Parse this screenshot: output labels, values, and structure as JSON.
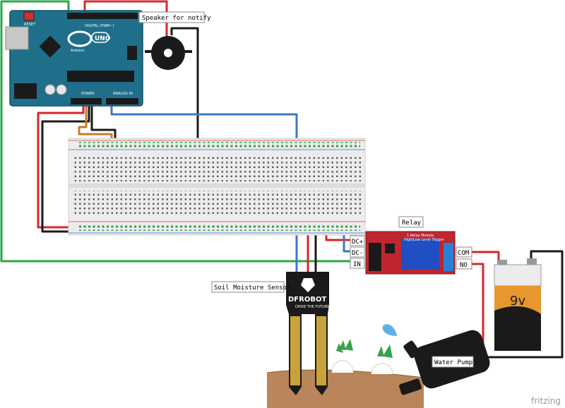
{
  "labels": {
    "speaker": "Speaker for notify",
    "relay": "Relay",
    "soil_sensor": "Soil Moisture Sensor",
    "water_pump": "Water Pump"
  },
  "relay_pins": {
    "dc_plus": "DC+",
    "dc_minus": "DC-",
    "in": "IN",
    "com": "COM",
    "no": "NO"
  },
  "arduino": {
    "logo_text": "UNO",
    "brand": "Arduino",
    "reset_label": "RESET",
    "digital_label": "DIGITAL (PWM~)",
    "power_label": "POWER",
    "analog_label": "ANALOG IN"
  },
  "relay_board": {
    "title": "1 Relay Module",
    "subtitle": "High/Low Level Trigger"
  },
  "battery": {
    "voltage": "9v"
  },
  "sensor": {
    "brand": "DFROBOT",
    "tagline": "DRIVE THE FUTURE"
  },
  "watermark": "fritzing",
  "colors": {
    "wire_red": "#d8262c",
    "wire_black": "#1a1a1a",
    "wire_blue": "#3b78c4",
    "wire_green": "#2aa84a",
    "wire_orange": "#c97a2a",
    "arduino_board": "#1f6f8b",
    "relay_board": "#c0262d",
    "battery_orange": "#e8962e"
  }
}
